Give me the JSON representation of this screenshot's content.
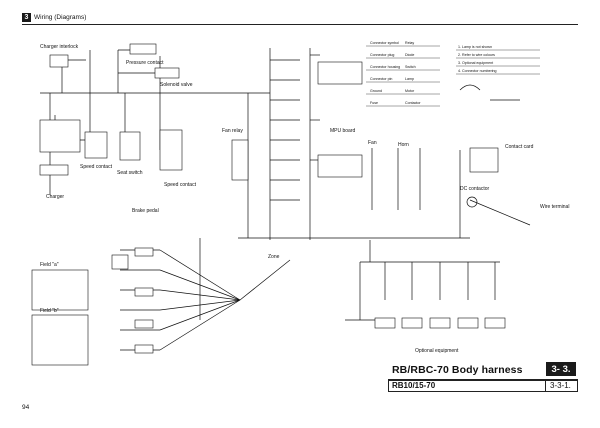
{
  "header": {
    "section_number": "3",
    "section_title": "Wiring (Diagrams)"
  },
  "labels": {
    "charger_interlock": "Charger interlock",
    "pressure_contact": "Pressure contact",
    "solenoid_valve": "Solenoid valve",
    "charger": "Charger",
    "speed_contact": "Speed contact",
    "seat_switch": "Seat switch",
    "brake_pedal": "Brake pedal",
    "speed_contact_2": "Speed contact",
    "fan_relay": "Fan relay",
    "mpu_board": "MPU board",
    "fan": "Fan",
    "horn": "Horn",
    "field_a": "Field \"a\"",
    "field_b": "Field \"b\"",
    "optional_equipment": "Optional equipment",
    "wire_terminal": "Wire terminal",
    "contact_card": "Contact card",
    "dc_contactor": "DC contactor",
    "zone_note": "Zone"
  },
  "legend_entries": [
    "Connector symbol",
    "Connector plug",
    "Connector housing",
    "Connector pin",
    "Ground",
    "Fuse",
    "Relay",
    "Diode",
    "Switch",
    "Lamp",
    "Motor",
    "Contactor"
  ],
  "notes": [
    "1. Lamp is not shown",
    "2. Refer to wire colours",
    "3. Optional equipment",
    "4. Connector numbering"
  ],
  "footer": {
    "title": "RB/RBC-70  Body harness",
    "section_box": "3- 3.",
    "model": "RB10/15-70",
    "sub_section": "3-3-1.",
    "page_number": "94"
  }
}
